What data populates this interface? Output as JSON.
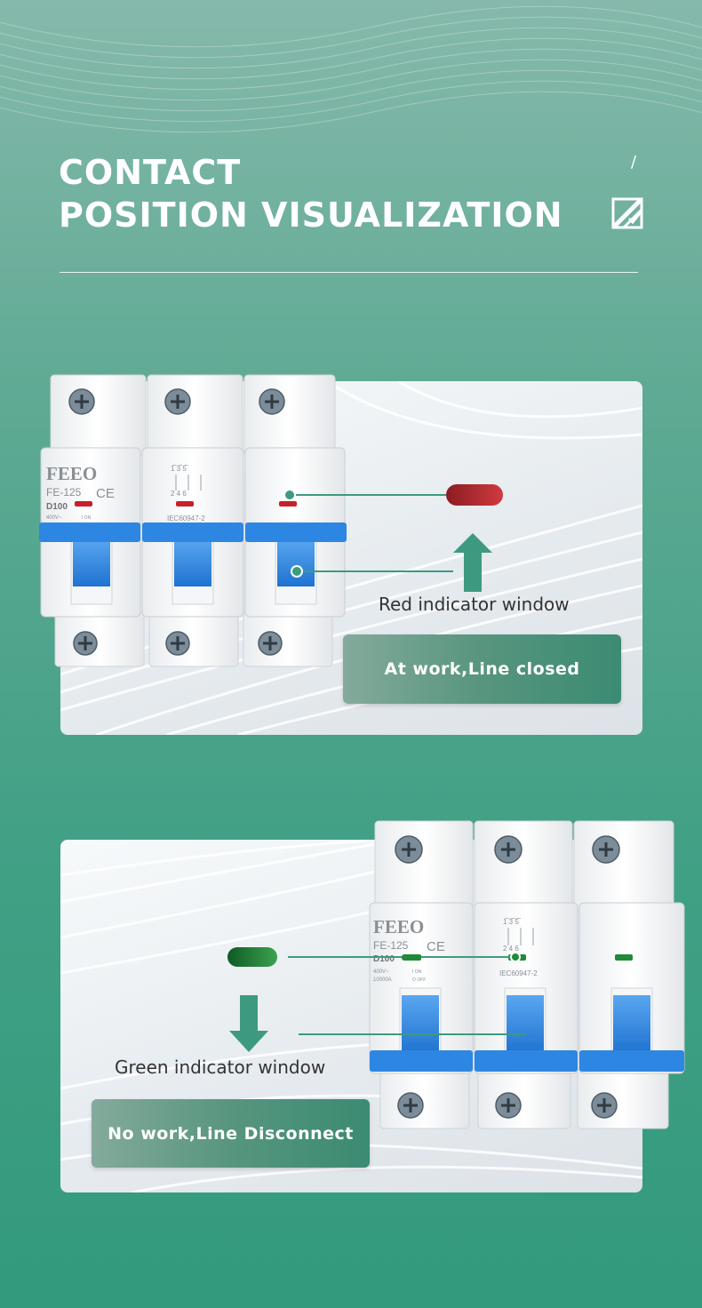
{
  "header": {
    "title_line1": "CONTACT",
    "title_line2": "POSITION VISUALIZATION",
    "slash": "/"
  },
  "panel_closed": {
    "brand": "FEEO",
    "model": "FE-125",
    "ce": "CE",
    "rating": "D100",
    "voltage": "400V~",
    "on_mark": "I ON",
    "diagram_top": "1̅ 3̅ 5̅",
    "diagram_bottom": "2  4  6",
    "standard": "IEC60947-2",
    "indicator_color": "#b8262b",
    "indicator_label": "Red indicator window",
    "status_label": "At work,Line closed"
  },
  "panel_open": {
    "brand": "FEEO",
    "model": "FE-125",
    "ce": "CE",
    "rating": "D100",
    "voltage": "400V~",
    "breaking": "10000A",
    "on_mark": "I ON",
    "off_mark": "O OFF",
    "diagram_top": "1̅ 3̅ 5̅",
    "diagram_bottom": "2  4  6",
    "standard": "IEC60947-2",
    "indicator_color": "#1f8a3a",
    "indicator_label": "Green indicator window",
    "status_label": "No work,Line Disconnect"
  },
  "colors": {
    "accent_teal": "#3d9a80",
    "handle_blue": "#2f87e0"
  }
}
